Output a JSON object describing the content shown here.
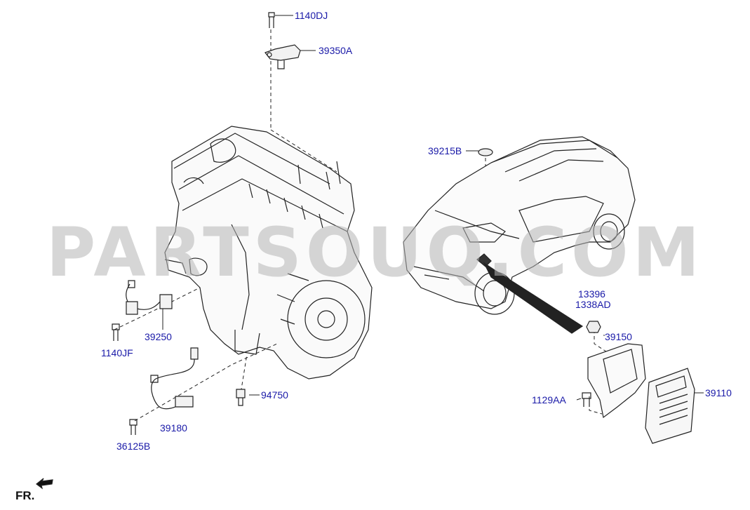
{
  "watermark": "PARTSOUQ.COM",
  "orientation": {
    "label": "FR."
  },
  "colors": {
    "label": "#1a1aa8",
    "line": "#222222",
    "watermark": "#b4b4b4"
  },
  "labels": {
    "bolt_top": "1140DJ",
    "cam_sensor": "39350A",
    "grommet": "39215B",
    "knock_bolt": "1140JF",
    "knock_sensor": "39250",
    "o2_sensor": "39180",
    "o2_bolt": "36125B",
    "oil_switch": "94750",
    "nut_a": "13396",
    "nut_b": "1338AD",
    "bracket": "39150",
    "bracket_bolt": "1129AA",
    "ecu": "39110"
  }
}
